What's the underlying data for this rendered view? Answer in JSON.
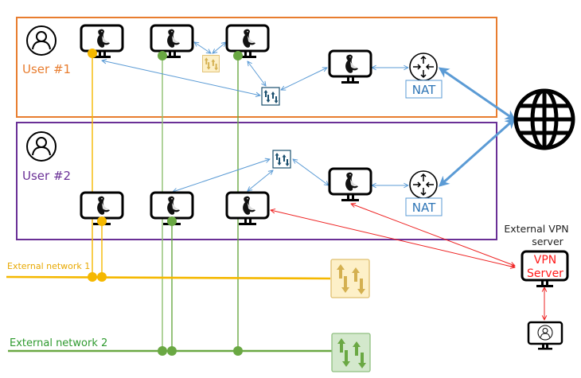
{
  "groups": {
    "user1": {
      "label": "User #1",
      "color": "#e87d2f"
    },
    "user2": {
      "label": "User #2",
      "color": "#6a3096"
    }
  },
  "nat_label": "NAT",
  "networks": {
    "ext1": {
      "label": "External network 1",
      "color": "#f5b800",
      "switch_fill": "#fdf0c8",
      "switch_stroke": "#e0c070",
      "arrow_color": "#d4b050"
    },
    "ext2": {
      "label": "External network 2",
      "color": "#6aa843",
      "label_color": "#2e9a2e",
      "switch_fill": "#d3e8cc",
      "switch_stroke": "#8fbf80",
      "arrow_color": "#6aa843"
    }
  },
  "vpn": {
    "caption_line1": "External VPN",
    "caption_line2": "server",
    "screen_line1": "VPN",
    "screen_line2": "Server",
    "color": "#ff1a1a"
  },
  "colors": {
    "link_blue": "#5b9bd5",
    "internal_switch": "#1a4f6e",
    "vpn_link": "#ee2222"
  }
}
